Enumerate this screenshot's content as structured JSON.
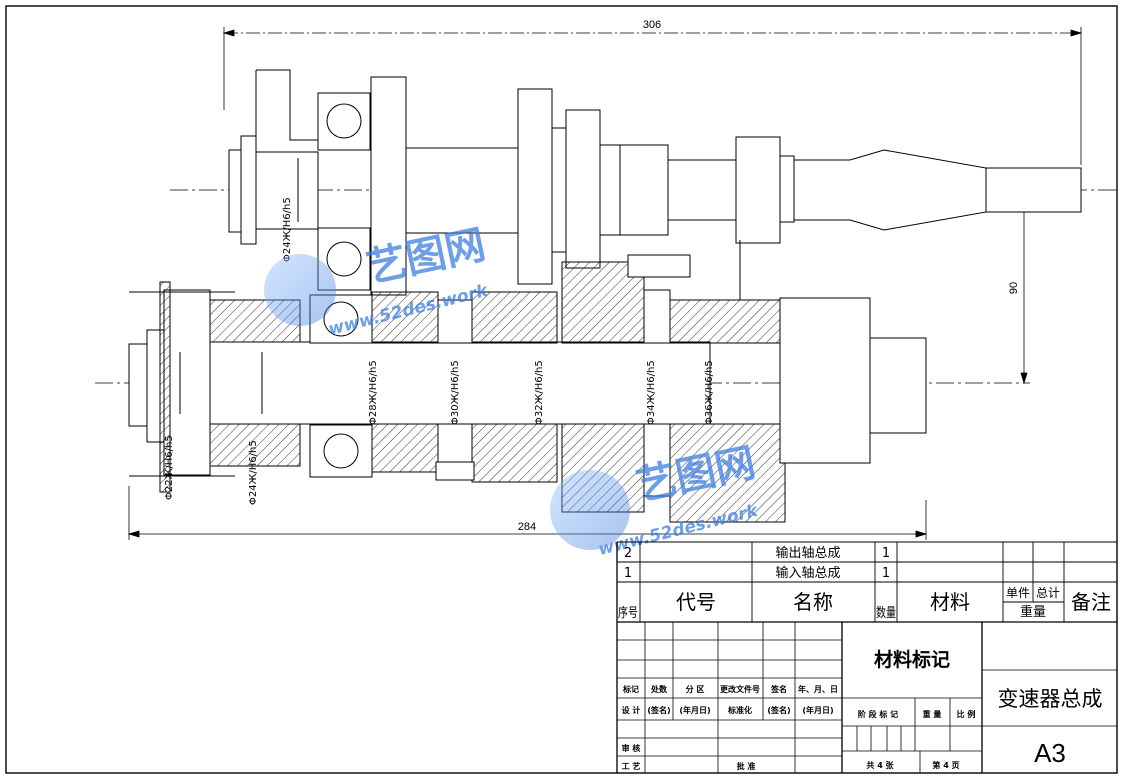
{
  "drawing": {
    "dimensions": {
      "overall_top": "306",
      "center_distance": "90",
      "overall_bottom": "284"
    },
    "fit_labels": {
      "upper_shaft": "Φ24Ж/H6/h5",
      "lower_left_1": "Φ22Ж/H6/h5",
      "lower_left_2": "Φ24Ж/H6/h5",
      "lower_28": "Φ28Ж/H6/h5",
      "lower_30": "Φ30Ж/H6/h5",
      "lower_32": "Φ32Ж/H6/h5",
      "lower_34": "Φ34Ж/H6/h5",
      "lower_36": "Φ36Ж/H6/h5"
    }
  },
  "watermark": {
    "brand": "艺图网",
    "url": "www.52des.work"
  },
  "bom": {
    "rows": [
      {
        "no": "2",
        "code": "",
        "name": "输出轴总成",
        "qty": "1",
        "material": "",
        "unit": "",
        "total": "",
        "note": ""
      },
      {
        "no": "1",
        "code": "",
        "name": "输入轴总成",
        "qty": "1",
        "material": "",
        "unit": "",
        "total": "",
        "note": ""
      }
    ],
    "header": {
      "no": "序号",
      "code": "代号",
      "name": "名称",
      "qty": "数量",
      "material": "材料",
      "unit": "单件",
      "total": "总计",
      "weight": "重量",
      "note": "备注"
    }
  },
  "title_block": {
    "material_mark": "材料标记",
    "drawing_name": "变速器总成",
    "sheet_size": "A3",
    "change_row": [
      "标记",
      "处数",
      "分 区",
      "更改文件号",
      "签名",
      "年、月、日"
    ],
    "design_row": [
      "设 计",
      "(签名)",
      "(年月日)",
      "标准化",
      "(签名)",
      "(年月日)"
    ],
    "stage_row": [
      "阶 段 标 记",
      "重 量",
      "比 例"
    ],
    "review": "审 核",
    "process": "工 艺",
    "approve": "批 准",
    "sheets_total": "共 4 张",
    "sheet_no": "第 4 页"
  },
  "colors": {
    "line": "#000000",
    "watermark_blue": "#3d7ee0"
  }
}
